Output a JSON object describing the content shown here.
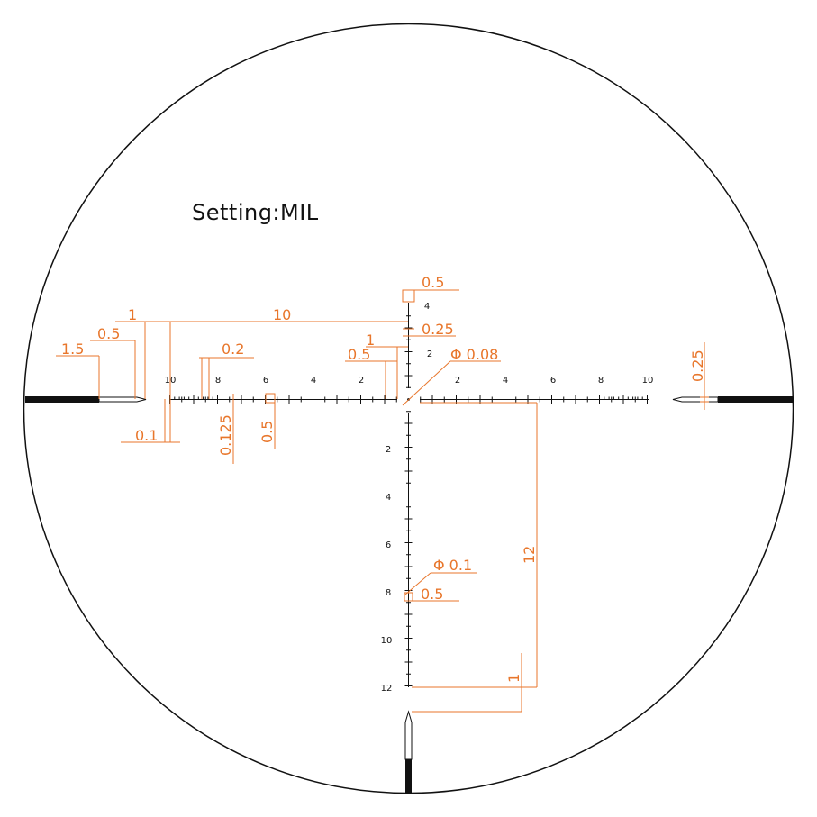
{
  "title": "Setting:MIL",
  "colors": {
    "reticle": "#111111",
    "dimension": "#e8762b",
    "background": "#ffffff"
  },
  "scale": {
    "horizontal_left_labels": [
      "10",
      "8",
      "6",
      "4",
      "2"
    ],
    "horizontal_right_labels": [
      "2",
      "4",
      "6",
      "8",
      "10"
    ],
    "vertical_top_labels": [
      "4",
      "2"
    ],
    "vertical_bottom_labels": [
      "2",
      "4",
      "6",
      "8",
      "10",
      "12"
    ]
  },
  "dimensions": {
    "top_box": "0.5",
    "top_gap": "0.25",
    "top_one": "1",
    "half_left_center": "0.5",
    "center_dot": "Φ 0.08",
    "span_ten": "10",
    "left_one": "1",
    "left_half": "0.5",
    "left_post": "1.5",
    "fine_tick": "0.2",
    "left_subtension": "0.1",
    "minor_tick": "0.125",
    "square_mark": "0.5",
    "right_post": "0.25",
    "vertical_span": "12",
    "dot_marker": "Φ 0.1",
    "dot_half": "0.5",
    "bottom_one": "1"
  }
}
